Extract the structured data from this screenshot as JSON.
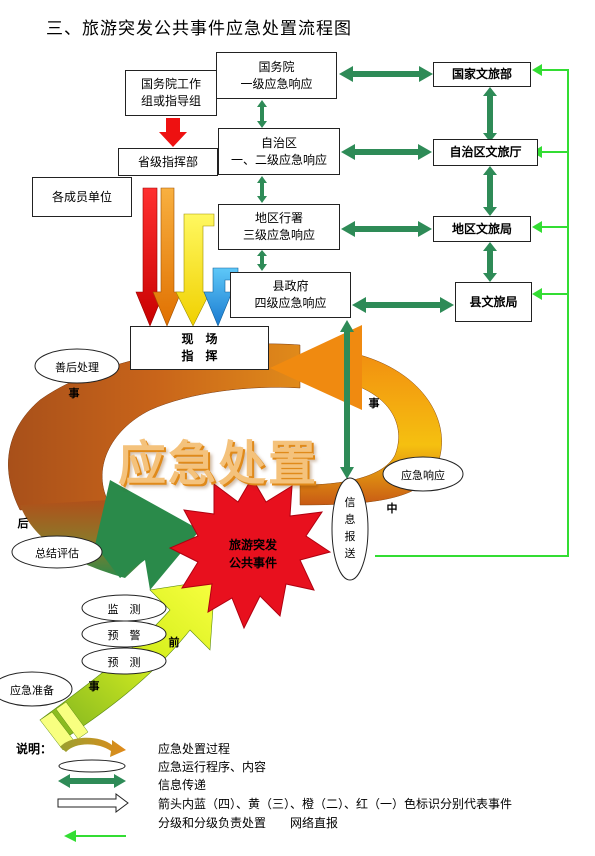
{
  "title": "三、旅游突发公共事件应急处置流程图",
  "gov": {
    "state_council": [
      "国务院",
      "一级应急响应"
    ],
    "state_council_group": [
      "国务院工作",
      "组或指导组"
    ],
    "region": [
      "自治区",
      "一、二级应急响应"
    ],
    "province_cmd": "省级指挥部",
    "members": "各成员单位",
    "prefecture": [
      "地区行署",
      "三级应急响应"
    ],
    "county": [
      "县政府",
      "四级应急响应"
    ],
    "scene": [
      "现　场",
      "指　挥"
    ]
  },
  "tourism": {
    "national": "国家文旅部",
    "region": "自治区文旅厅",
    "prefecture": "地区文旅局",
    "county": "县文旅局"
  },
  "cycle": {
    "aftermath": "善后处理",
    "response": "应急响应",
    "summary": "总结评估",
    "monitor": "监　测",
    "warning": "预　警",
    "forecast": "预　测",
    "prepare": "应急准备",
    "center_title": "应急处置",
    "event": [
      "旅游突发",
      "公共事件"
    ],
    "info_report": [
      "信",
      "息",
      "报",
      "送"
    ],
    "stage_marks": {
      "shi_top_left": "事",
      "shi_top_right": "事",
      "hou": "后",
      "zhong": "中",
      "qian": "前",
      "shi_bottom": "事"
    }
  },
  "legend": {
    "heading": "说明：",
    "items": [
      "应急处置过程",
      "应急运行程序、内容",
      "信息传递",
      "箭头内蓝（四）、黄（三）、橙（二）、红（一）色标识分别代表事件",
      "分级和分级负责处置　　网络直报"
    ]
  },
  "colors": {
    "info_arrow": "#2e8b57",
    "network_line": "#33dd33",
    "red": "#ee1111",
    "orange": "#f08a10",
    "yellow": "#f4f020",
    "blue": "#1a9ae0",
    "burst": "#e8101e",
    "center_text": "#f4c27c"
  }
}
